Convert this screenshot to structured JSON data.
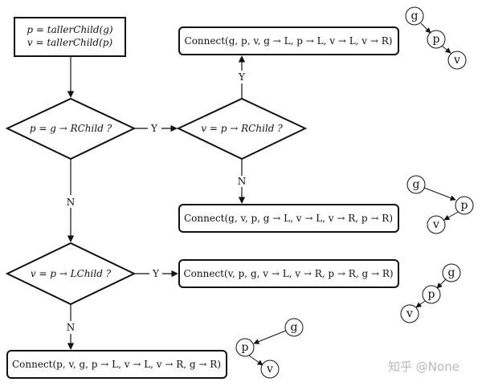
{
  "flowchart": {
    "start_line1": "p = tallerChild(g)",
    "start_line2": "v = tallerChild(p)",
    "decision_1": "p = g → RChild ?",
    "decision_2": "v = p → RChild ?",
    "decision_3": "v = p → LChild ?",
    "action_ggl": "Connect(g, p, v, g → L, p → L, v → L, v → R)",
    "action_gpr": "Connect(g, v, p, g → L, v → L, v → R, p → R)",
    "action_vpl": "Connect(v, p, g, v → L, v → R, p → R, g → R)",
    "action_pvl": "Connect(p, v, g, p → L, v → L, v → R, g → R)",
    "yes": "Y",
    "no": "N"
  },
  "trees": {
    "g": "g",
    "p": "p",
    "v": "v"
  },
  "watermark": "知乎 @None"
}
